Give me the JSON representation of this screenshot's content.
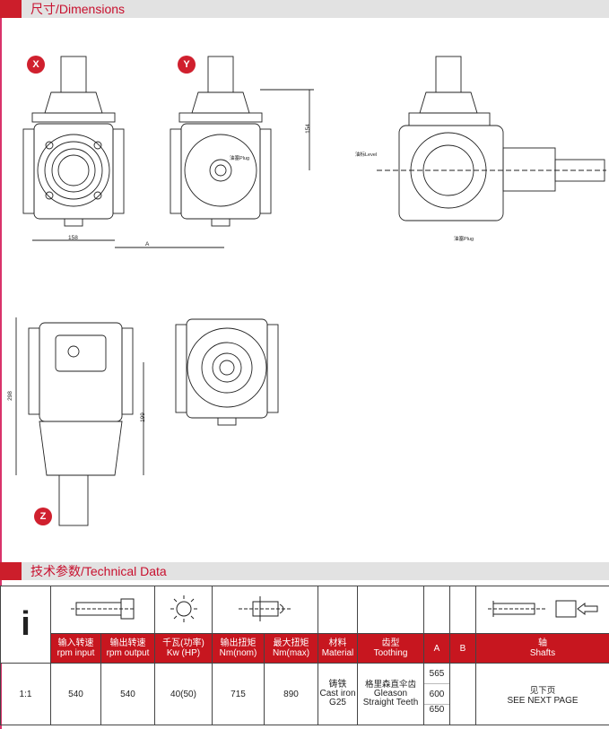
{
  "sections": {
    "dimensions_title": "尺寸/Dimensions",
    "technical_title": "技术参数/Technical Data"
  },
  "views": {
    "x": "X",
    "y": "Y",
    "z": "Z"
  },
  "dimensions": {
    "d154": "154",
    "d158": "158",
    "dA": "A",
    "d298": "298",
    "d199": "199"
  },
  "callouts": {
    "level": "油标Level",
    "plug1": "油塞Plug",
    "plug2": "油塞Plug"
  },
  "table": {
    "i_symbol": "i",
    "headers": [
      {
        "cn": "输入转速",
        "en": "rpm input"
      },
      {
        "cn": "输出转速",
        "en": "rpm output"
      },
      {
        "cn": "千瓦(功率)",
        "en": "Kw (HP)"
      },
      {
        "cn": "输出扭矩",
        "en": "Nm(nom)"
      },
      {
        "cn": "最大扭矩",
        "en": "Nm(max)"
      },
      {
        "cn": "材料",
        "en": "Material"
      },
      {
        "cn": "齿型",
        "en": "Toothing"
      },
      {
        "cn": "A",
        "en": ""
      },
      {
        "cn": "B",
        "en": ""
      },
      {
        "cn": "轴",
        "en": "Shafts"
      }
    ],
    "row": {
      "ratio": "1:1",
      "rpm_input": "540",
      "rpm_output": "540",
      "kw_hp": "40(50)",
      "nm_nom": "715",
      "nm_max": "890",
      "material_cn": "铸铁",
      "material_en1": "Cast iron",
      "material_en2": "G25",
      "toothing_cn": "格里森直伞齿",
      "toothing_en1": "Gleason",
      "toothing_en2": "Straight Teeth",
      "a_values": [
        "565",
        "600",
        "650"
      ],
      "b_value": "",
      "shafts_cn": "见下页",
      "shafts_en": "SEE NEXT PAGE"
    }
  }
}
